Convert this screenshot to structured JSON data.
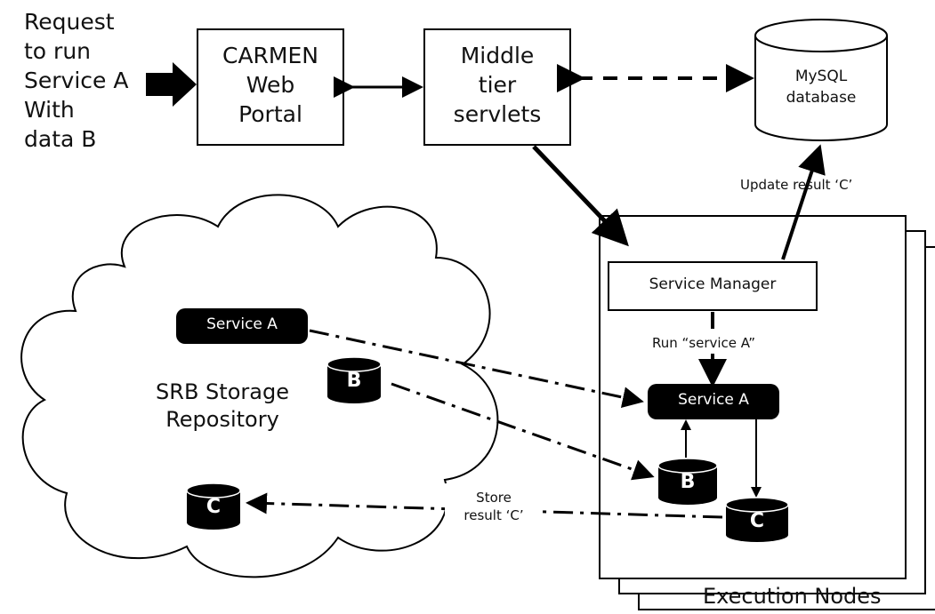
{
  "request": {
    "lines": [
      "Request",
      "to run",
      "Service A",
      "With",
      "data B"
    ]
  },
  "portal": {
    "lines": [
      "CARMEN",
      "Web",
      "Portal"
    ]
  },
  "middle_tier": {
    "lines": [
      "Middle",
      "tier",
      "servlets"
    ]
  },
  "database": {
    "lines": [
      "MySQL",
      "database"
    ]
  },
  "update_label": "Update result ‘C’",
  "service_manager": "Service Manager",
  "run_label": "Run “service A”",
  "node_service": "Service A",
  "node_b": "B",
  "node_c": "C",
  "store_label": {
    "lines": [
      "Store",
      "result ‘C’"
    ]
  },
  "repository": {
    "title_lines": [
      "SRB Storage",
      "Repository"
    ],
    "service": "Service A",
    "b": "B",
    "c": "C"
  },
  "execution_nodes": "Execution Nodes"
}
